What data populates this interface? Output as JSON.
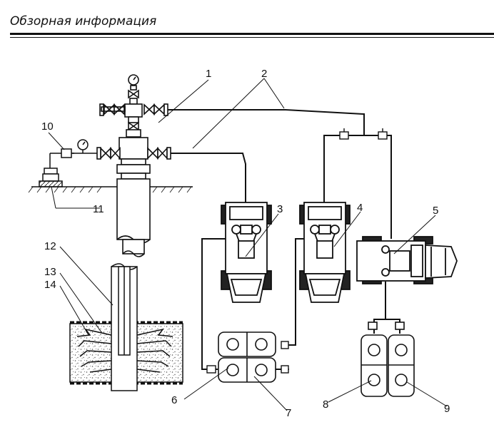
{
  "header": {
    "title": "Обзорная информация"
  },
  "callouts": [
    "1",
    "2",
    "3",
    "4",
    "5",
    "6",
    "7",
    "8",
    "9",
    "10",
    "11",
    "12",
    "13",
    "14"
  ],
  "colors": {
    "ink": "#111111",
    "speckle": "#555555",
    "paper": "#ffffff"
  }
}
